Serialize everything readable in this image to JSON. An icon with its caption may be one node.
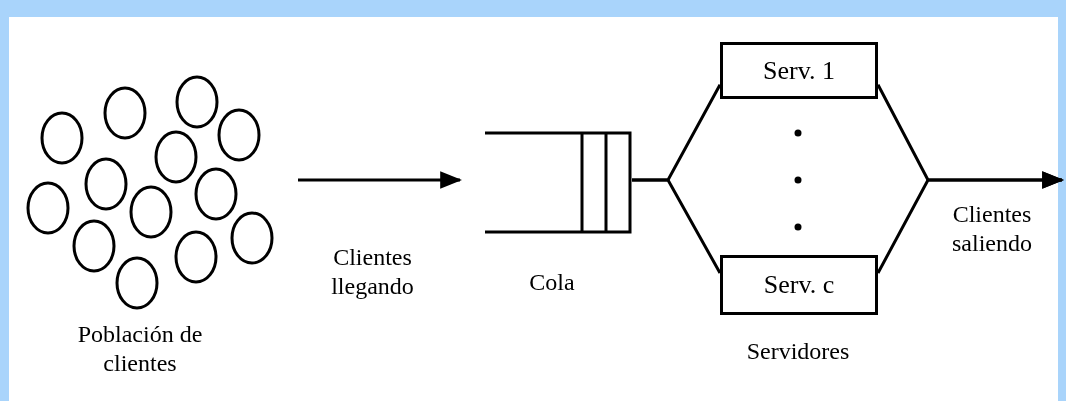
{
  "diagram": {
    "nodes": [
      {
        "text": [
          "Población de clientes"
        ]
      },
      {
        "text": [
          "Cola"
        ]
      },
      {
        "text": [
          "Serv. 1"
        ]
      },
      {
        "text": [
          "Serv. c"
        ]
      }
    ],
    "edges": [
      {
        "from": 0,
        "to": 1,
        "arrow": "to",
        "label": "Clientes llegando"
      },
      {
        "from": 1,
        "to": 2,
        "arrow": "none"
      },
      {
        "from": 1,
        "to": 3,
        "arrow": "none"
      },
      {
        "from": 2,
        "to": null,
        "arrow": "to",
        "label": "Clientes saliendo"
      },
      {
        "from": 3,
        "to": null,
        "arrow": "to"
      }
    ],
    "labels": [
      "Servidores"
    ]
  }
}
